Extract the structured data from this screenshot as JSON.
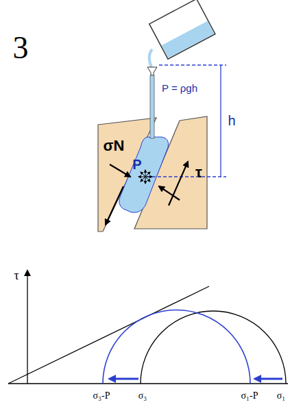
{
  "diagram": {
    "labels": [
      "3",
      "P = ρgh",
      "h",
      "σN",
      "P",
      "τ",
      "τ",
      "σ₃-P",
      "σ₃",
      "σ₁-P",
      "σ₁"
    ]
  }
}
